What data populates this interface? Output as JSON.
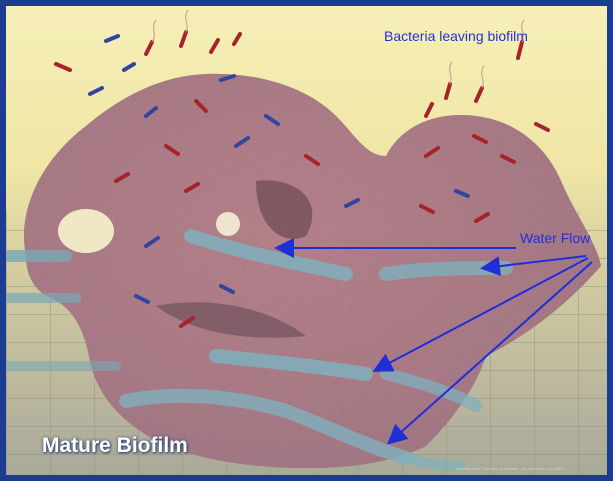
{
  "labels": {
    "bacteria_leaving": "Bacteria leaving biofilm",
    "water_flow": "Water Flow",
    "title": "Mature Biofilm",
    "credit": "Modified from Costerton & Stewart - Sci. American July 2001"
  },
  "colors": {
    "border": "#1b3c92",
    "sky": "#f6efb8",
    "biofilm": "#8a5650",
    "annotation_blue": "#1f2fd8",
    "flow_arrow": "#6f9fae",
    "bacteria_red": "#a8222a",
    "bacteria_blue": "#3344a0"
  },
  "icons": [
    "bacteria-icon",
    "flow-arrow-icon",
    "pointer-arrow-icon"
  ]
}
